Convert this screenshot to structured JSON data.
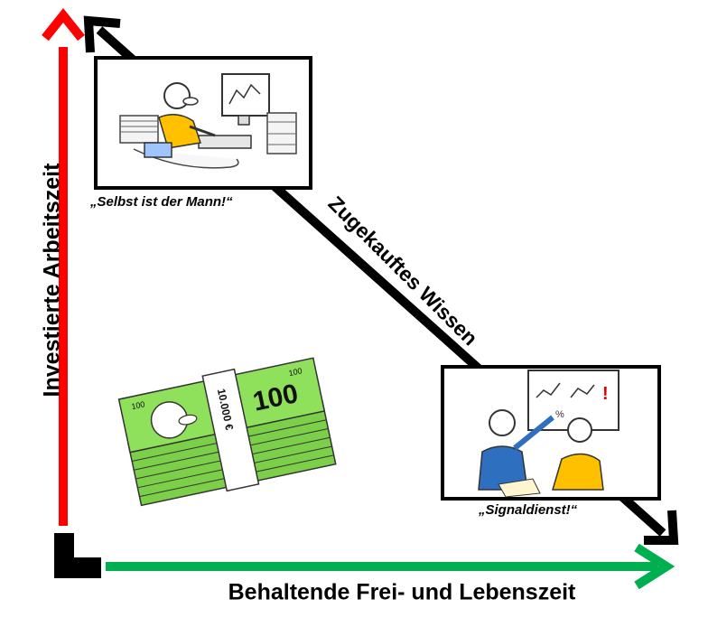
{
  "axes": {
    "y_label": "Investierte Arbeitszeit",
    "x_label": "Behaltende Frei- und Lebenszeit",
    "y_color": "#ff0000",
    "x_color": "#00b050"
  },
  "diagonal": {
    "label": "Zugekauftes Wissen",
    "color": "#000000"
  },
  "panels": {
    "top_caption": "„Selbst ist der Mann!“",
    "bottom_caption": "„Signaldienst!“",
    "top_illustration": "trader-at-computer",
    "bottom_illustration": "advisor-pointing-at-chart"
  },
  "money": {
    "denomination": "100",
    "band_text": "10.000 €",
    "color": "#8fe05a"
  }
}
